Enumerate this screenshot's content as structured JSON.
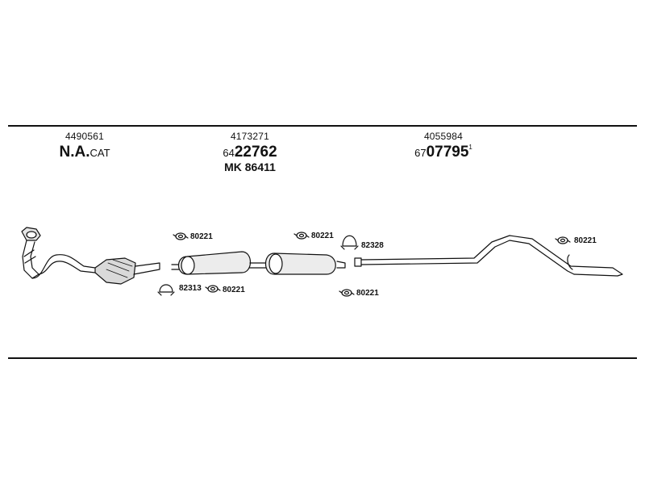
{
  "header": {
    "col1": {
      "part_no": "4490561",
      "main_bold": "N.A.",
      "main_suffix": "CAT"
    },
    "col2": {
      "part_no": "4173271",
      "prefix": "64",
      "main_bold": "22762",
      "mk": "MK 86411"
    },
    "col3": {
      "part_no": "4055984",
      "prefix": "67",
      "main_bold": "07795",
      "suffix": "1"
    }
  },
  "labels": {
    "clamp_a": "80221",
    "clamp_b": "80221",
    "clamp_c": "80221",
    "clamp_d": "80221",
    "clamp_e": "80221",
    "gasket_a": "82313",
    "gasket_b": "82328"
  }
}
